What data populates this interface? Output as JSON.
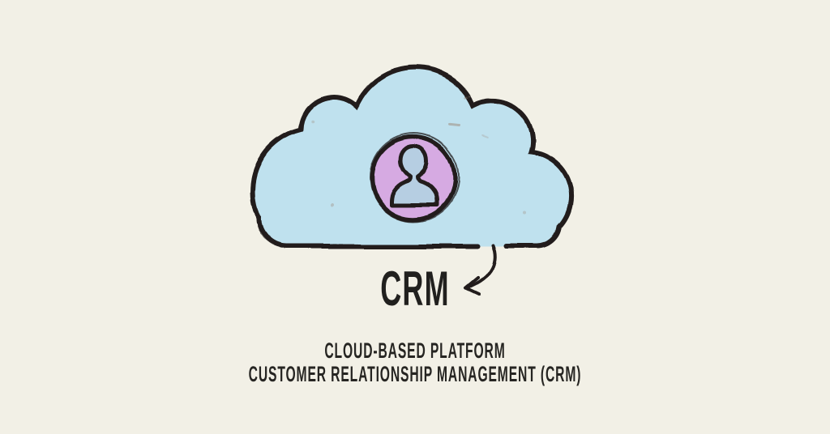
{
  "illustration": {
    "cloud_label": "CRM",
    "icons": {
      "badge": "person-icon",
      "pointer": "curved-arrow-icon"
    },
    "colors": {
      "background": "#f2f0e6",
      "cloud_fill": "#bfe1ee",
      "circle_fill": "#d6aae2",
      "person_fill": "#b6cee2",
      "outline": "#211f1d",
      "speckle": "#9b8574",
      "text": "#21201e"
    }
  },
  "caption": {
    "line1": "CLOUD-BASED PLATFORM",
    "line2": "CUSTOMER RELATIONSHIP MANAGEMENT (CRM)"
  }
}
